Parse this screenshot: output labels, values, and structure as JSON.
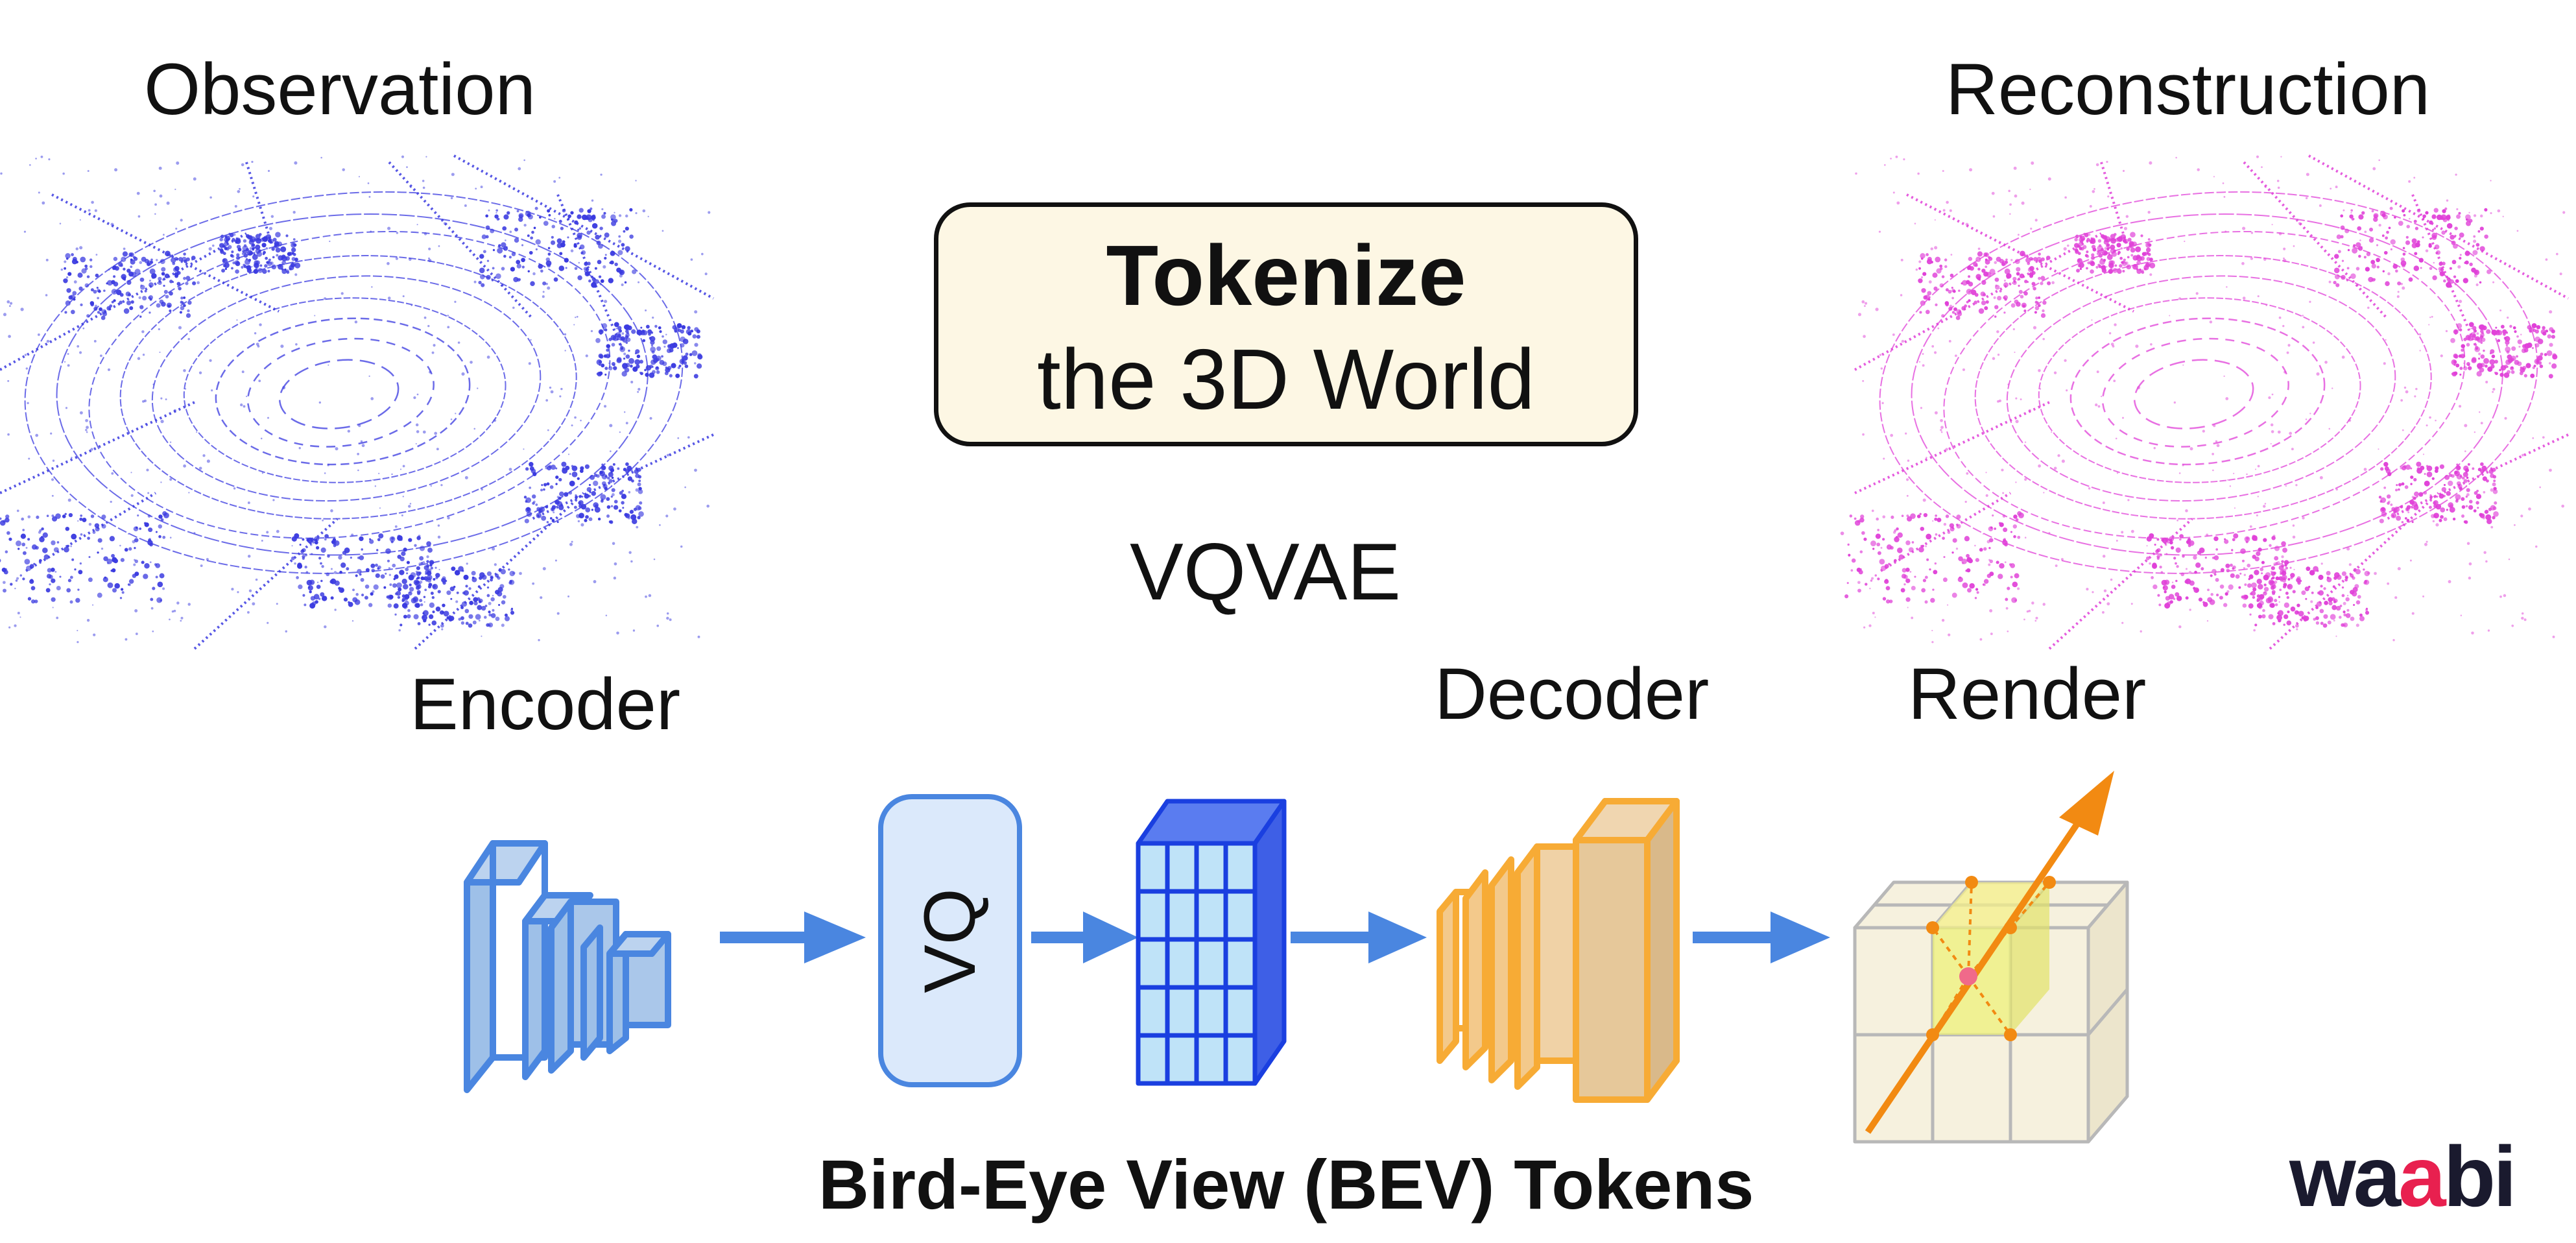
{
  "labels": {
    "observation": "Observation",
    "reconstruction": "Reconstruction",
    "tokenize_title": "Tokenize",
    "tokenize_subtitle": "the 3D World",
    "model": "VQVAE",
    "encoder": "Encoder",
    "decoder": "Decoder",
    "render": "Render",
    "vq": "VQ",
    "bev_tokens": "Bird-Eye View (BEV) Tokens",
    "logo_text": "waabi"
  },
  "colors": {
    "observation_points": "#3a3ae0",
    "reconstruction_points": "#e040d8",
    "encoder_blue": "#4a86e0",
    "encoder_fill": "#9ec0e8",
    "vq_fill": "#dbe9fb",
    "grid_blue": "#1a3fe0",
    "grid_light": "#bfe3f8",
    "decoder_orange": "#f7ab35",
    "decoder_fill": "#e6c89a",
    "arrow_blue": "#4a86e0",
    "ray_orange": "#f28a12",
    "tokenize_bg": "#fdf7e4",
    "logo_pink": "#e8204f",
    "logo_dark": "#1a1a2e"
  },
  "icons": {
    "observation": "lidar-point-cloud-blue",
    "reconstruction": "lidar-point-cloud-magenta",
    "encoder": "stacked-layers-icon",
    "decoder": "stacked-layers-icon",
    "bev_grid": "grid-cube-icon",
    "render": "voxel-ray-icon"
  }
}
